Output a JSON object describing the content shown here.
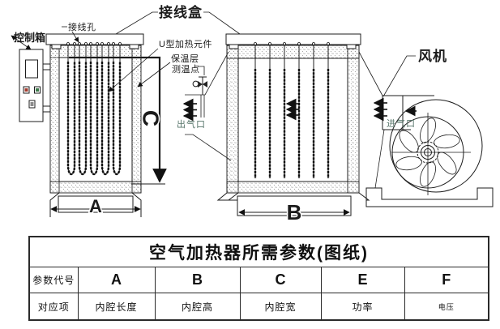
{
  "diagram": {
    "labels": {
      "junction_box": "接线盒",
      "wiring_hole": "接线孔",
      "control_box": "控制箱",
      "heating_element": "U型加热元件",
      "insulation_layer": "保温层",
      "temp_measure_point": "测温点",
      "air_outlet": "出气口",
      "air_inlet": "进气口",
      "fan": "风机"
    },
    "dimensions": {
      "a": "A",
      "b": "B",
      "c": "C"
    },
    "colors": {
      "line": "#1c1c1c",
      "port_label": "#57756a",
      "stipple": "#777777"
    }
  },
  "table": {
    "title": "空气加热器所需参数(图纸)",
    "code_row_label": "参数代号",
    "item_row_label": "对应项",
    "columns": [
      {
        "code": "A",
        "item": "内腔长度"
      },
      {
        "code": "B",
        "item": "内腔高"
      },
      {
        "code": "C",
        "item": "内腔宽"
      },
      {
        "code": "E",
        "item": "功率"
      },
      {
        "code": "F",
        "item": "电压"
      }
    ]
  }
}
